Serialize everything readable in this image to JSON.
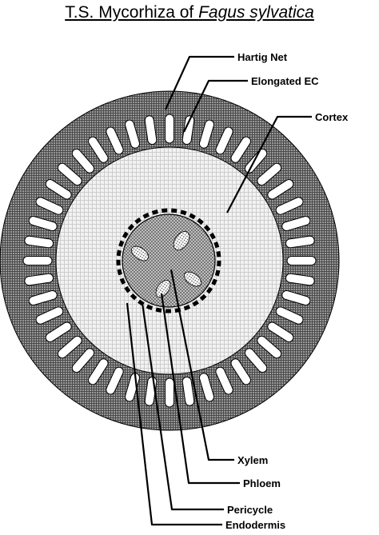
{
  "title": {
    "prefix": "T.S. Mycorhiza of ",
    "species": "Fagus sylvatica"
  },
  "labels": {
    "hartig_net": "Hartig Net",
    "elongated_ec": "Elongated EC",
    "cortex": "Cortex",
    "xylem": "Xylem",
    "phloem": "Phloem",
    "pericycle": "Pericycle",
    "endodermis": "Endodermis"
  },
  "colors": {
    "mantle": "#7a7a7a",
    "cortex": "#e4e4e4",
    "stele": "#b4b4b4",
    "outline": "#000000"
  },
  "structure": {
    "elongated_cell_count": 44,
    "phloem_patch_count": 4
  }
}
